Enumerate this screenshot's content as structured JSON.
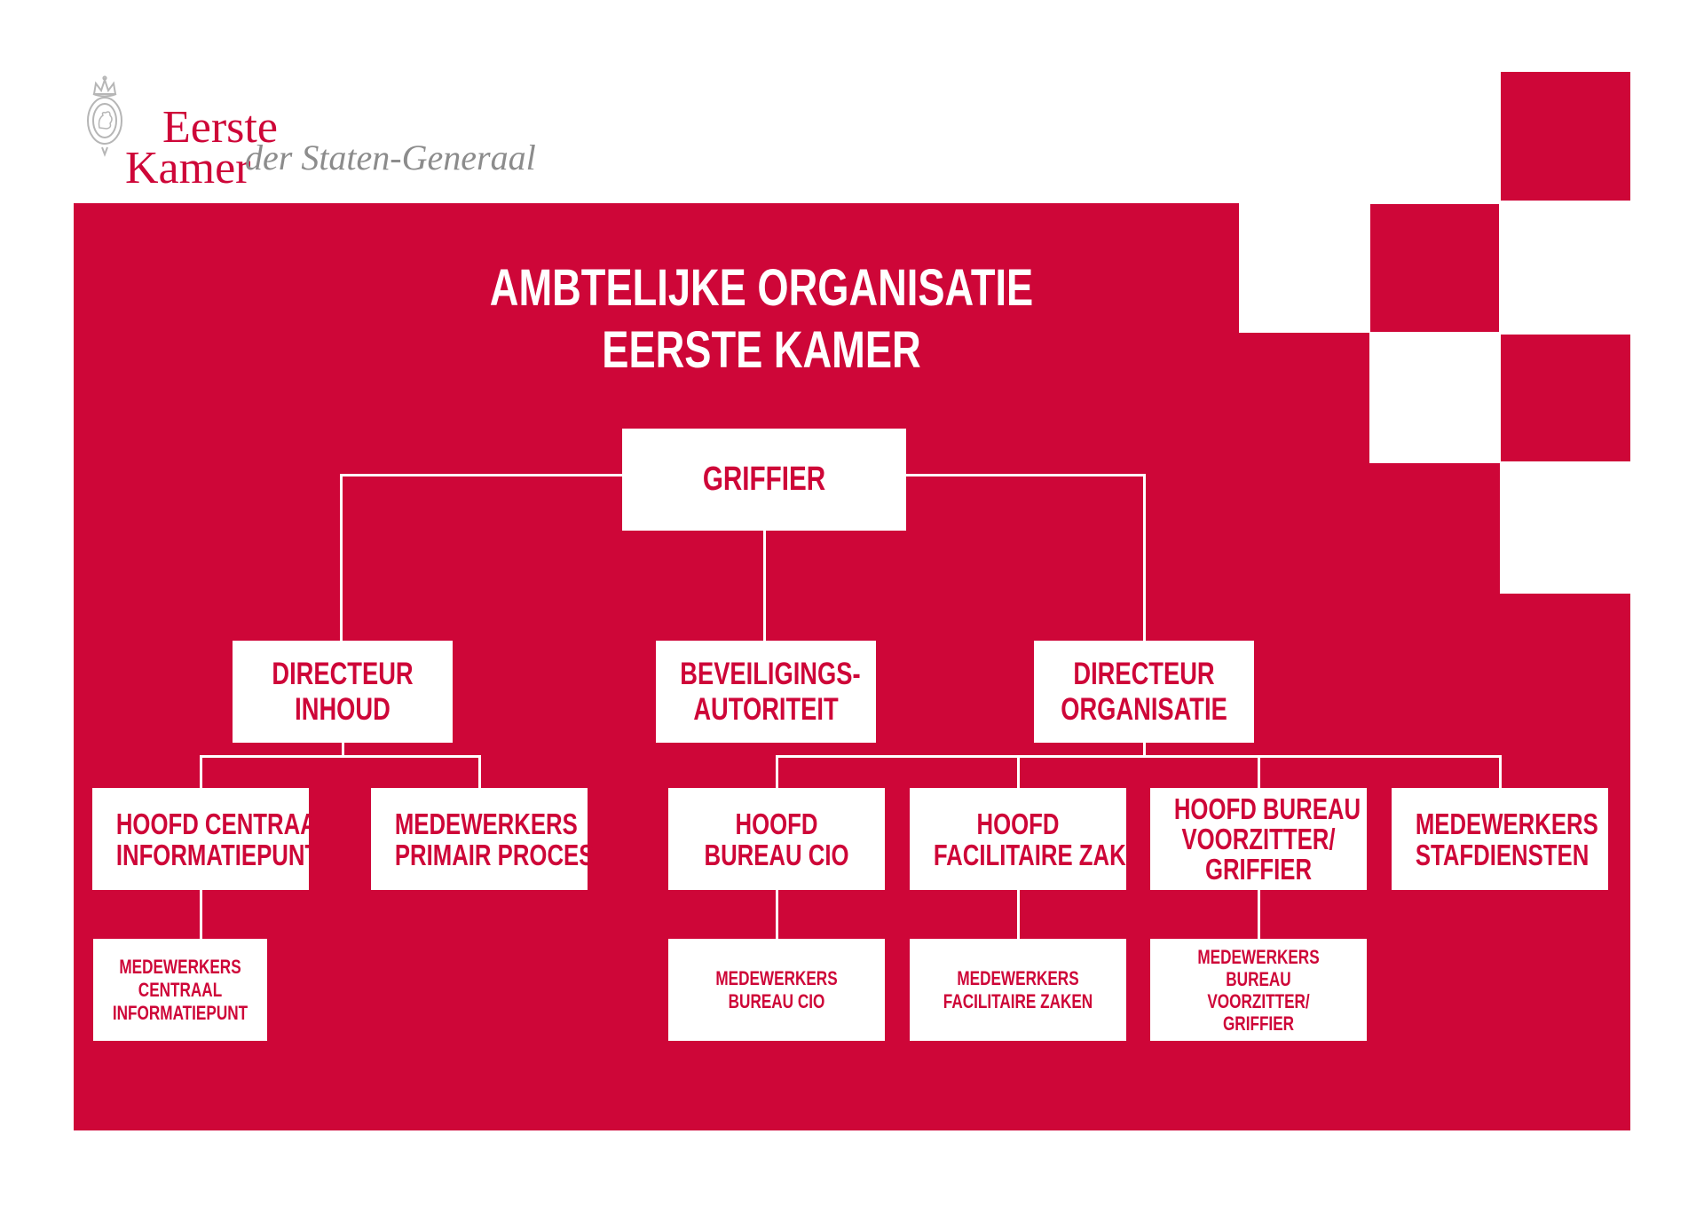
{
  "brand": {
    "logo_line1": "Eerste",
    "logo_line2": "Kamer",
    "tagline": "der Staten-Generaal",
    "red": "#CE0638",
    "tagline_gray": "#8c8c8c",
    "crest_gray": "#b6b6b6",
    "crest_icon": "royal-crest-icon"
  },
  "title": {
    "line1": "AMBTELIJKE ORGANISATIE",
    "line2": "EERSTE KAMER"
  },
  "boxes": {
    "griffier": {
      "lines": [
        "GRIFFIER"
      ]
    },
    "inhoud": {
      "lines": [
        "DIRECTEUR",
        "INHOUD"
      ]
    },
    "beveiliging": {
      "lines": [
        "BEVEILIGINGS-",
        "AUTORITEIT"
      ]
    },
    "organisatie": {
      "lines": [
        "DIRECTEUR",
        "ORGANISATIE"
      ]
    },
    "cip": {
      "lines": [
        "HOOFD CENTRAAL",
        "INFORMATIEPUNT"
      ]
    },
    "pp": {
      "lines": [
        "MEDEWERKERS",
        "PRIMAIR PROCES"
      ]
    },
    "cio": {
      "lines": [
        "HOOFD",
        "BUREAU CIO"
      ]
    },
    "fz": {
      "lines": [
        "HOOFD",
        "FACILITAIRE ZAKEN"
      ]
    },
    "vg": {
      "lines": [
        "HOOFD BUREAU",
        "VOORZITTER/",
        "GRIFFIER"
      ]
    },
    "staf": {
      "lines": [
        "MEDEWERKERS",
        "STAFDIENSTEN"
      ]
    },
    "cip_m": {
      "lines": [
        "MEDEWERKERS",
        "CENTRAAL",
        "INFORMATIEPUNT"
      ]
    },
    "cio_m": {
      "lines": [
        "MEDEWERKERS",
        "BUREAU CIO"
      ]
    },
    "fz_m": {
      "lines": [
        "MEDEWERKERS",
        "FACILITAIRE ZAKEN"
      ]
    },
    "vg_m": {
      "lines": [
        "MEDEWERKERS",
        "BUREAU",
        "VOORZITTER/",
        "GRIFFIER"
      ]
    }
  },
  "hierarchy": {
    "root": "GRIFFIER",
    "children_of_griffier": [
      "DIRECTEUR INHOUD",
      "BEVEILIGINGS-AUTORITEIT",
      "DIRECTEUR ORGANISATIE"
    ],
    "children_of_inhoud": [
      "HOOFD CENTRAAL INFORMATIEPUNT",
      "MEDEWERKERS PRIMAIR PROCES"
    ],
    "children_of_organisatie": [
      "HOOFD BUREAU CIO",
      "HOOFD FACILITAIRE ZAKEN",
      "HOOFD BUREAU VOORZITTER/GRIFFIER",
      "MEDEWERKERS STAFDIENSTEN"
    ],
    "child_of_cip": "MEDEWERKERS CENTRAAL INFORMATIEPUNT",
    "child_of_cio": "MEDEWERKERS BUREAU CIO",
    "child_of_fz": "MEDEWERKERS FACILITAIRE ZAKEN",
    "child_of_vg": "MEDEWERKERS BUREAU VOORZITTER/GRIFFIER"
  }
}
